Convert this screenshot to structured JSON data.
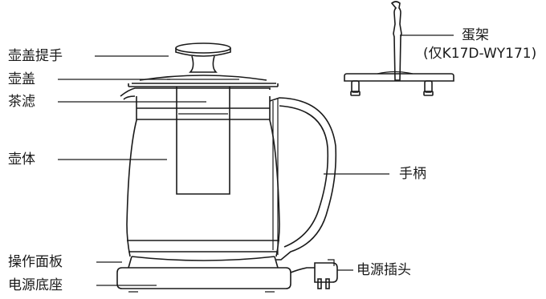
{
  "labels": {
    "lid_handle": "壶盖提手",
    "lid": "壶盖",
    "tea_filter": "茶滤",
    "body": "壶体",
    "control_panel": "操作面板",
    "power_base": "电源底座",
    "egg_rack": "蛋架",
    "egg_rack_model": "(仅K17D-WY171)",
    "handle": "手柄",
    "power_plug": "电源插头"
  }
}
